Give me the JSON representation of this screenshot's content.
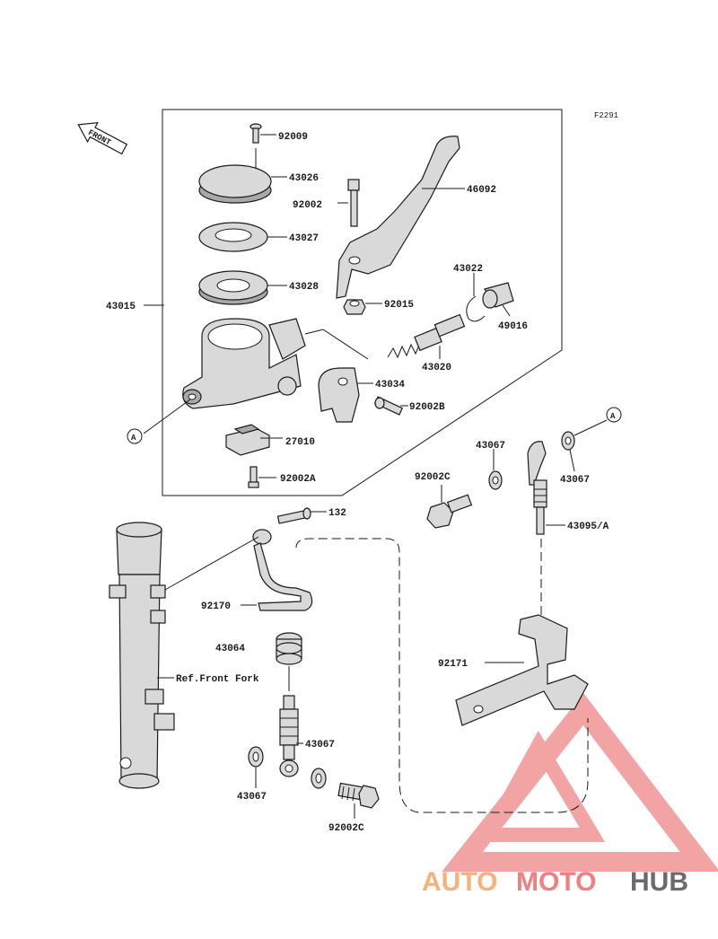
{
  "figure_code": "F2291",
  "front_label": "FRONT",
  "callout_a": "A",
  "labels": {
    "p92009": "92009",
    "p43026": "43026",
    "p92002": "92002",
    "p46092": "46092",
    "p43027": "43027",
    "p43028": "43028",
    "p43015": "43015",
    "p92015": "92015",
    "p43022": "43022",
    "p49016": "49016",
    "p43020": "43020",
    "p43034": "43034",
    "p92002B": "92002B",
    "p27010": "27010",
    "p92002A": "92002A",
    "p43067_a": "43067",
    "p43067_b": "43067",
    "p92002C_a": "92002C",
    "p132": "132",
    "p43095A": "43095/A",
    "p92170": "92170",
    "p43064": "43064",
    "ref_front_fork": "Ref.Front Fork",
    "p92171": "92171",
    "p43067_c": "43067",
    "p43067_d": "43067",
    "p92002C_b": "92002C"
  },
  "watermark": {
    "part1": "AUTO",
    "part2": "MOTO",
    "part3": "HUB",
    "color1": "#f5b27a",
    "color2": "#f07f7f",
    "color3": "#6b6b6b"
  }
}
